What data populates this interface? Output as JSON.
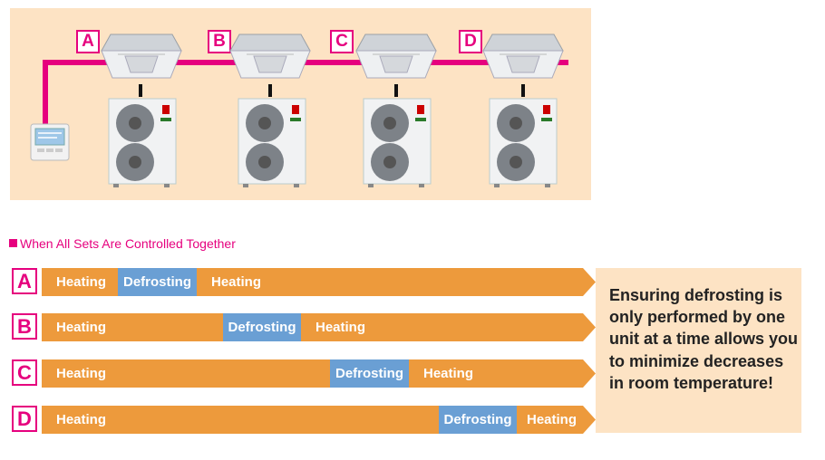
{
  "diagram": {
    "units": [
      "A",
      "B",
      "C",
      "D"
    ]
  },
  "section_title": "When All Sets Are Controlled Together",
  "rows": [
    {
      "label": "A",
      "heat1": "Heating",
      "defrost": "Defrosting",
      "heat2": "Heating"
    },
    {
      "label": "B",
      "heat1": "Heating",
      "defrost": "Defrosting",
      "heat2": "Heating"
    },
    {
      "label": "C",
      "heat1": "Heating",
      "defrost": "Defrosting",
      "heat2": "Heating"
    },
    {
      "label": "D",
      "heat1": "Heating",
      "defrost": "Defrosting",
      "heat2": "Heating"
    }
  ],
  "note": "Ensuring defrosting is only performed by one unit at a time allows you to minimize decreases in room temperature!",
  "colors": {
    "accent_pink": "#e6007e",
    "heating": "#ed9a3c",
    "defrosting": "#6a9fd4",
    "panel": "#fde3c4"
  }
}
